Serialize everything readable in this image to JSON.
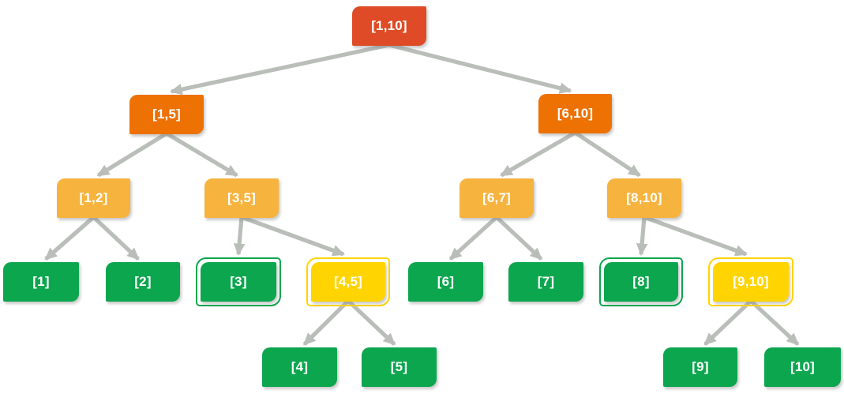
{
  "colors": {
    "root": "#DE4B26",
    "internal": "#EE7104",
    "group": "#F6B33E",
    "leaf": "#0CA64F",
    "partial": "#FFD400",
    "arrow": "#B9BEB9",
    "node_text": "#FFFFFF",
    "background": "#FFFFFF"
  },
  "tree": {
    "nodes": [
      {
        "id": "1-10",
        "label": "[1,10]",
        "variant": "root",
        "outlined": false
      },
      {
        "id": "1-5",
        "label": "[1,5]",
        "variant": "internal",
        "outlined": false
      },
      {
        "id": "6-10",
        "label": "[6,10]",
        "variant": "internal",
        "outlined": false
      },
      {
        "id": "1-2",
        "label": "[1,2]",
        "variant": "group",
        "outlined": false
      },
      {
        "id": "3-5",
        "label": "[3,5]",
        "variant": "group",
        "outlined": false
      },
      {
        "id": "6-7",
        "label": "[6,7]",
        "variant": "group",
        "outlined": false
      },
      {
        "id": "8-10",
        "label": "[8,10]",
        "variant": "group",
        "outlined": false
      },
      {
        "id": "1",
        "label": "[1]",
        "variant": "leaf",
        "outlined": false
      },
      {
        "id": "2",
        "label": "[2]",
        "variant": "leaf",
        "outlined": false
      },
      {
        "id": "3",
        "label": "[3]",
        "variant": "leaf",
        "outlined": true
      },
      {
        "id": "4-5",
        "label": "[4,5]",
        "variant": "partial",
        "outlined": true
      },
      {
        "id": "6",
        "label": "[6]",
        "variant": "leaf",
        "outlined": false
      },
      {
        "id": "7",
        "label": "[7]",
        "variant": "leaf",
        "outlined": false
      },
      {
        "id": "8",
        "label": "[8]",
        "variant": "leaf",
        "outlined": true
      },
      {
        "id": "9-10",
        "label": "[9,10]",
        "variant": "partial",
        "outlined": true
      },
      {
        "id": "4",
        "label": "[4]",
        "variant": "leaf",
        "outlined": false
      },
      {
        "id": "5",
        "label": "[5]",
        "variant": "leaf",
        "outlined": false
      },
      {
        "id": "9",
        "label": "[9]",
        "variant": "leaf",
        "outlined": false
      },
      {
        "id": "10",
        "label": "[10]",
        "variant": "leaf",
        "outlined": false
      }
    ],
    "edges": [
      {
        "from": "1-10",
        "to": "1-5"
      },
      {
        "from": "1-10",
        "to": "6-10"
      },
      {
        "from": "1-5",
        "to": "1-2"
      },
      {
        "from": "1-5",
        "to": "3-5"
      },
      {
        "from": "6-10",
        "to": "6-7"
      },
      {
        "from": "6-10",
        "to": "8-10"
      },
      {
        "from": "1-2",
        "to": "1"
      },
      {
        "from": "1-2",
        "to": "2"
      },
      {
        "from": "3-5",
        "to": "3"
      },
      {
        "from": "3-5",
        "to": "4-5"
      },
      {
        "from": "6-7",
        "to": "6"
      },
      {
        "from": "6-7",
        "to": "7"
      },
      {
        "from": "8-10",
        "to": "8"
      },
      {
        "from": "8-10",
        "to": "9-10"
      },
      {
        "from": "4-5",
        "to": "4"
      },
      {
        "from": "4-5",
        "to": "5"
      },
      {
        "from": "9-10",
        "to": "9"
      },
      {
        "from": "9-10",
        "to": "10"
      }
    ]
  }
}
